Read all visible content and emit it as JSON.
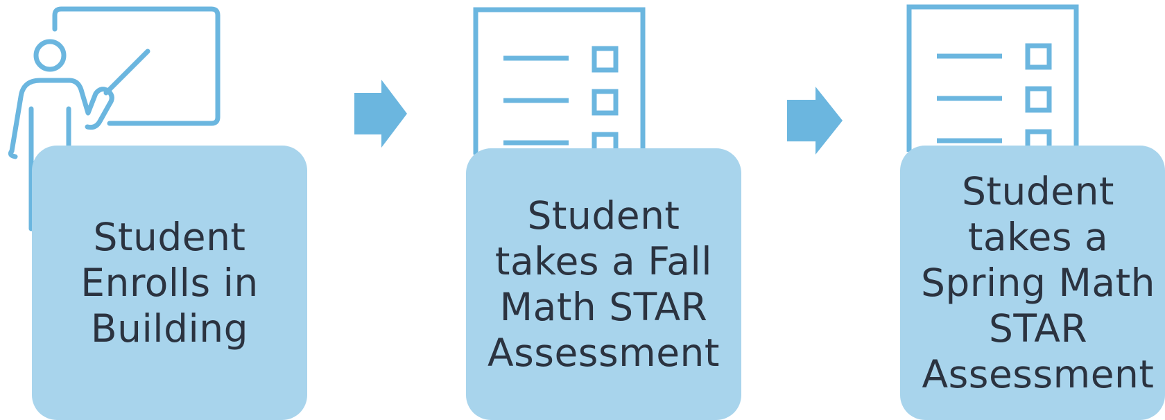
{
  "colors": {
    "icon_stroke": "#6bb6df",
    "box_fill": "#a8d4ec",
    "arrow_fill": "#6bb6df",
    "text": "#2b3340"
  },
  "steps": [
    {
      "label": "Student\nEnrolls in\nBuilding",
      "icon": "teacher-at-board-icon"
    },
    {
      "label": "Student\ntakes a Fall\nMath STAR\nAssessment",
      "icon": "checklist-document-icon"
    },
    {
      "label": "Student\ntakes a\nSpring Math\nSTAR\nAssessment",
      "icon": "checklist-document-icon"
    }
  ],
  "connectors": [
    "arrow-right-icon",
    "arrow-right-icon"
  ]
}
